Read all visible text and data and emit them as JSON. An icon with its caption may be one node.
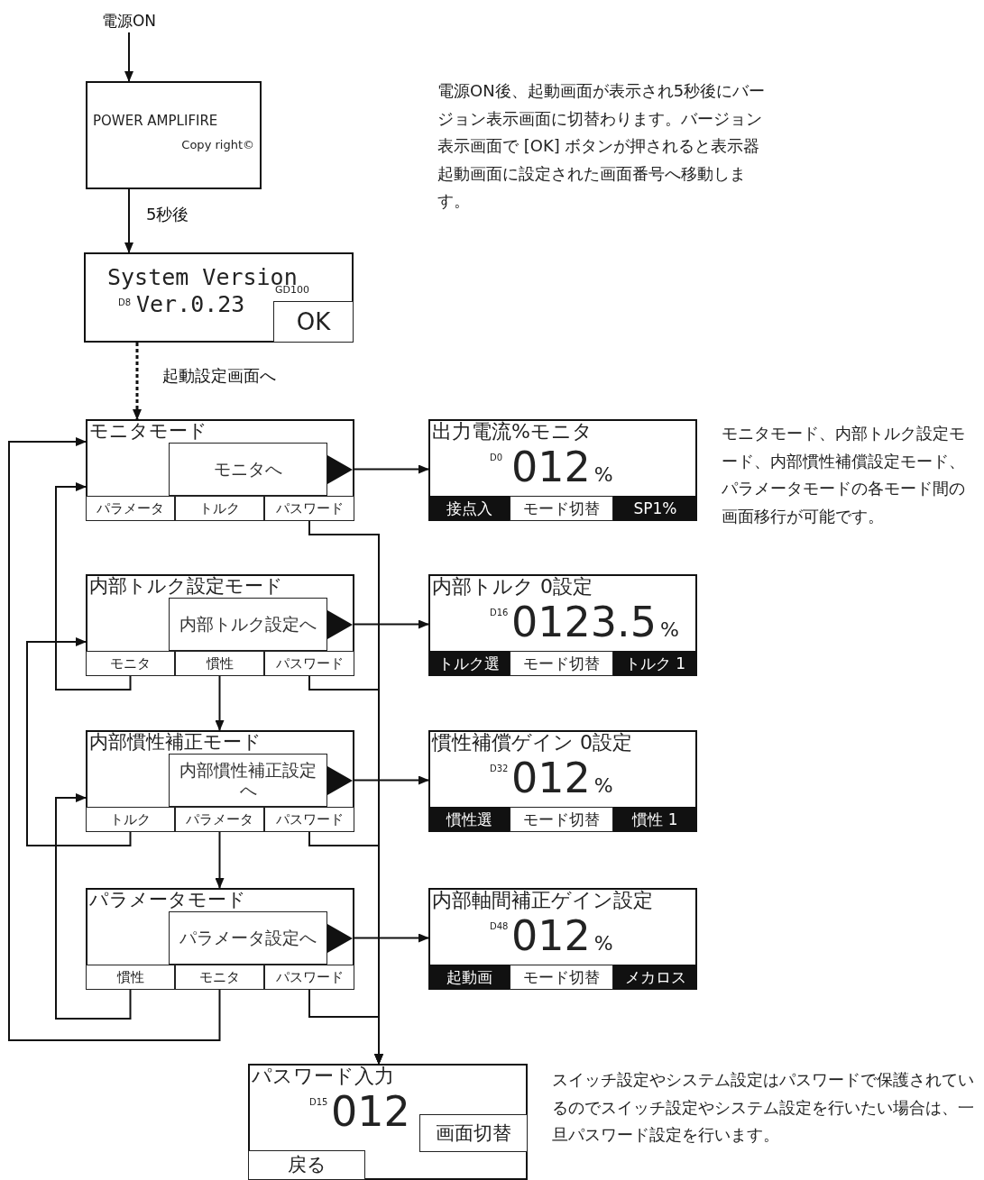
{
  "diagram": {
    "nodes": [
      {
        "text": [
          "電源ON"
        ]
      },
      {
        "text": [
          "POWER AMPLIFIRE",
          "Copy right©"
        ]
      },
      {
        "text": [
          "System Version",
          "D8",
          "Ver.0.23",
          "GD100"
        ]
      },
      {
        "text": [
          "OK"
        ],
        "in": 2
      },
      {
        "text": [
          "モニタモード"
        ]
      },
      {
        "text": [
          "モニタへ"
        ],
        "in": 4
      },
      {
        "text": [
          "パラメータ"
        ],
        "in": 4
      },
      {
        "text": [
          "トルク"
        ],
        "in": 4
      },
      {
        "text": [
          "パスワード"
        ],
        "in": 4
      },
      {
        "text": [
          "内部トルク設定モード"
        ]
      },
      {
        "text": [
          "内部トルク設定へ"
        ],
        "in": 9
      },
      {
        "text": [
          "モニタ"
        ],
        "in": 9
      },
      {
        "text": [
          "慣性"
        ],
        "in": 9
      },
      {
        "text": [
          "パスワード"
        ],
        "in": 9
      },
      {
        "text": [
          "内部慣性補正モード"
        ]
      },
      {
        "text": [
          "内部慣性補正設定へ"
        ],
        "in": 14
      },
      {
        "text": [
          "トルク"
        ],
        "in": 14
      },
      {
        "text": [
          "パラメータ"
        ],
        "in": 14
      },
      {
        "text": [
          "パスワード"
        ],
        "in": 14
      },
      {
        "text": [
          "パラメータモード"
        ]
      },
      {
        "text": [
          "パラメータ設定へ"
        ],
        "in": 19
      },
      {
        "text": [
          "慣性"
        ],
        "in": 19
      },
      {
        "text": [
          "モニタ"
        ],
        "in": 19
      },
      {
        "text": [
          "パスワード"
        ],
        "in": 19
      },
      {
        "text": [
          "出力電流%モニタ",
          "D0",
          "012",
          "%"
        ]
      },
      {
        "text": [
          "接点入"
        ],
        "in": 24
      },
      {
        "text": [
          "モード切替"
        ],
        "in": 24
      },
      {
        "text": [
          "SP1%"
        ],
        "in": 24
      },
      {
        "text": [
          "内部トルク 0設定",
          "D16",
          "0123.5",
          "%"
        ]
      },
      {
        "text": [
          "トルク選"
        ],
        "in": 28
      },
      {
        "text": [
          "モード切替"
        ],
        "in": 28
      },
      {
        "text": [
          "トルク 1"
        ],
        "in": 28
      },
      {
        "text": [
          "慣性補償ゲイン 0設定",
          "D32",
          "012",
          "%"
        ]
      },
      {
        "text": [
          "慣性選"
        ],
        "in": 32
      },
      {
        "text": [
          "モード切替"
        ],
        "in": 32
      },
      {
        "text": [
          "慣性 1"
        ],
        "in": 32
      },
      {
        "text": [
          "内部軸間補正ゲイン設定",
          "D48",
          "012",
          "%"
        ]
      },
      {
        "text": [
          "起動画"
        ],
        "in": 36
      },
      {
        "text": [
          "モード切替"
        ],
        "in": 36
      },
      {
        "text": [
          "メカロス"
        ],
        "in": 36
      },
      {
        "text": [
          "パスワード入力",
          "D15",
          "012"
        ]
      },
      {
        "text": [
          "戻る"
        ],
        "in": 40
      },
      {
        "text": [
          "画面切替"
        ],
        "in": 40
      }
    ],
    "edges": [
      {
        "from": 0,
        "to": 1,
        "arrow": "to"
      },
      {
        "from": 1,
        "to": 2,
        "arrow": "to",
        "label": "5秒後"
      },
      {
        "from": 2,
        "to": 4,
        "arrow": "to",
        "style": "dashed",
        "label": "起動設定画面へ"
      },
      {
        "from": 5,
        "to": 24,
        "arrow": "to"
      },
      {
        "from": 10,
        "to": 28,
        "arrow": "to"
      },
      {
        "from": 15,
        "to": 32,
        "arrow": "to"
      },
      {
        "from": 20,
        "to": 36,
        "arrow": "to"
      },
      {
        "from": 8,
        "to": 40,
        "arrow": "to"
      },
      {
        "from": 13,
        "to": 40,
        "arrow": "to"
      },
      {
        "from": 18,
        "to": 40,
        "arrow": "to"
      },
      {
        "from": 23,
        "to": 40,
        "arrow": "to"
      },
      {
        "from": 11,
        "to": 4,
        "arrow": "to"
      },
      {
        "from": 12,
        "to": 14,
        "arrow": "to"
      },
      {
        "from": 16,
        "to": 9,
        "arrow": "to"
      },
      {
        "from": 17,
        "to": 19,
        "arrow": "to"
      },
      {
        "from": 21,
        "to": 14,
        "arrow": "to"
      },
      {
        "from": 22,
        "to": 4,
        "arrow": "to"
      }
    ],
    "labels": [
      "電源ON後、起動画面が表示され5秒後にバージョン表示画面に切替わります。バージョン表示画面で [OK] ボタンが押されると表示器起動画面に設定された画面番号へ移動します。",
      "モニタモード、内部トルク設定モード、内部慣性補償設定モード、パラメータモードの各モード間の画面移行が可能です。",
      "スイッチ設定やシステム設定はパスワードで保護されているのでスイッチ設定やシステム設定を行いたい場合は、一旦パスワード設定を行います。"
    ]
  }
}
